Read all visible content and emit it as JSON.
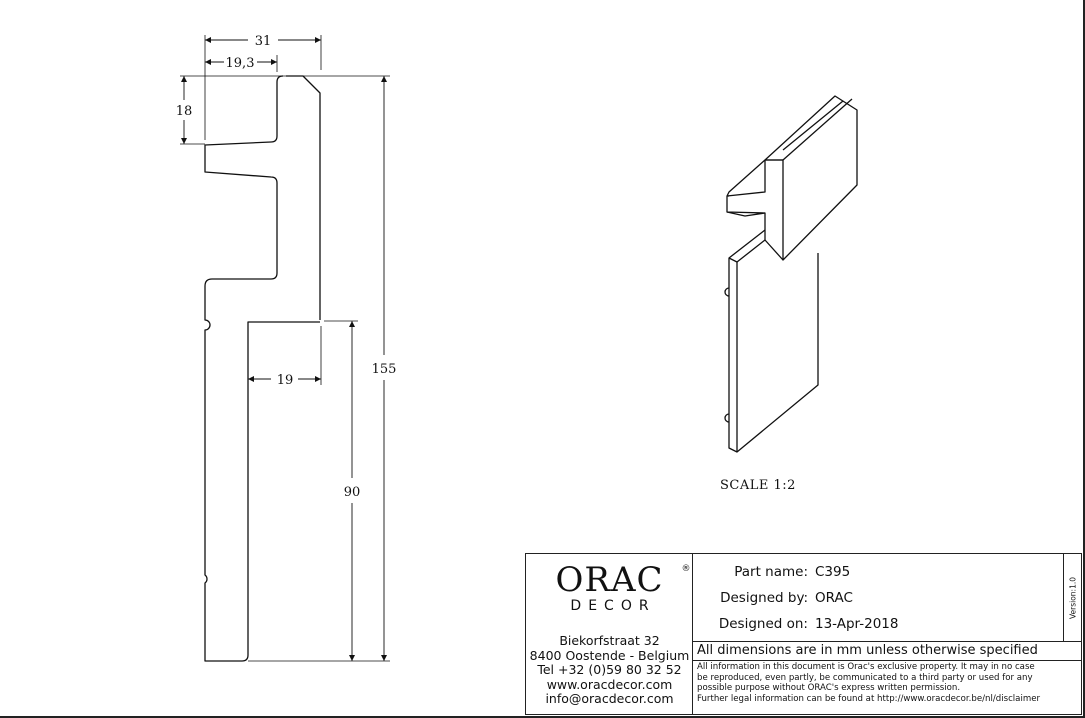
{
  "drawing": {
    "dimensions": {
      "total_width": "31",
      "upper_width": "19,3",
      "groove_height": "18",
      "overall_height": "155",
      "rebate_width": "19",
      "rebate_height": "90"
    },
    "scale_label": "SCALE  1:2"
  },
  "title_block": {
    "logo": {
      "name": "ORAC",
      "registered": "®",
      "tagline": "DECOR"
    },
    "address": [
      "Biekorfstraat 32",
      "8400 Oostende - Belgium",
      "Tel  +32 (0)59 80 32 52",
      "www.oracdecor.com",
      "info@oracdecor.com"
    ],
    "part_name_label": "Part name:",
    "part_name": "C395",
    "designed_by_label": "Designed by:",
    "designed_by": "ORAC",
    "designed_on_label": "Designed on:",
    "designed_on": "13-Apr-2018",
    "version": "Version:1.0",
    "dimensions_note": "All dimensions are in mm unless otherwise specified",
    "legal": [
      "All information in this document is Orac's exclusive property.  It may in no case",
      "be reproduced, even partly, be communicated to a third party or used for any",
      "possible purpose without ORAC's express written permission.",
      "Further legal information can be found at http://www.oracdecor.be/nl/disclaimer"
    ]
  }
}
